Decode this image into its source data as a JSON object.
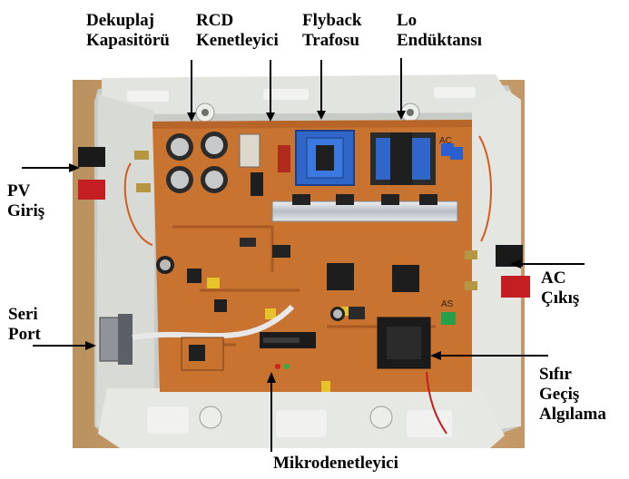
{
  "labels": {
    "decoupling": {
      "line1": "Dekuplaj",
      "line2": "Kapasitörü"
    },
    "rcd": {
      "line1": "RCD",
      "line2": "Kenetleyici"
    },
    "flyback": {
      "line1": "Flyback",
      "line2": "Trafosu"
    },
    "lo": {
      "line1": "Lo",
      "line2": "Endüktansı"
    },
    "pv": {
      "line1": "PV",
      "line2": "Giriş"
    },
    "serial": {
      "line1": "Seri",
      "line2": "Port"
    },
    "ac": {
      "line1": "AC",
      "line2": "Çıkış"
    },
    "zero_cross": {
      "line1": "Sıfır",
      "line2": "Geçiş",
      "line3": "Algılama"
    },
    "mcu": {
      "line1": "Mikrodenetleyici"
    }
  },
  "board_markings": {
    "ac_mark": "AC",
    "as_mark": "AS"
  },
  "colors": {
    "background": "#ffffff",
    "wood": "#c8a070",
    "enclosure": "#d4d6d2",
    "pcb": "#c8732f",
    "heatsink": "#cfd4d8",
    "transformer_blue": "#2f66c8",
    "arrow": "#000000"
  }
}
